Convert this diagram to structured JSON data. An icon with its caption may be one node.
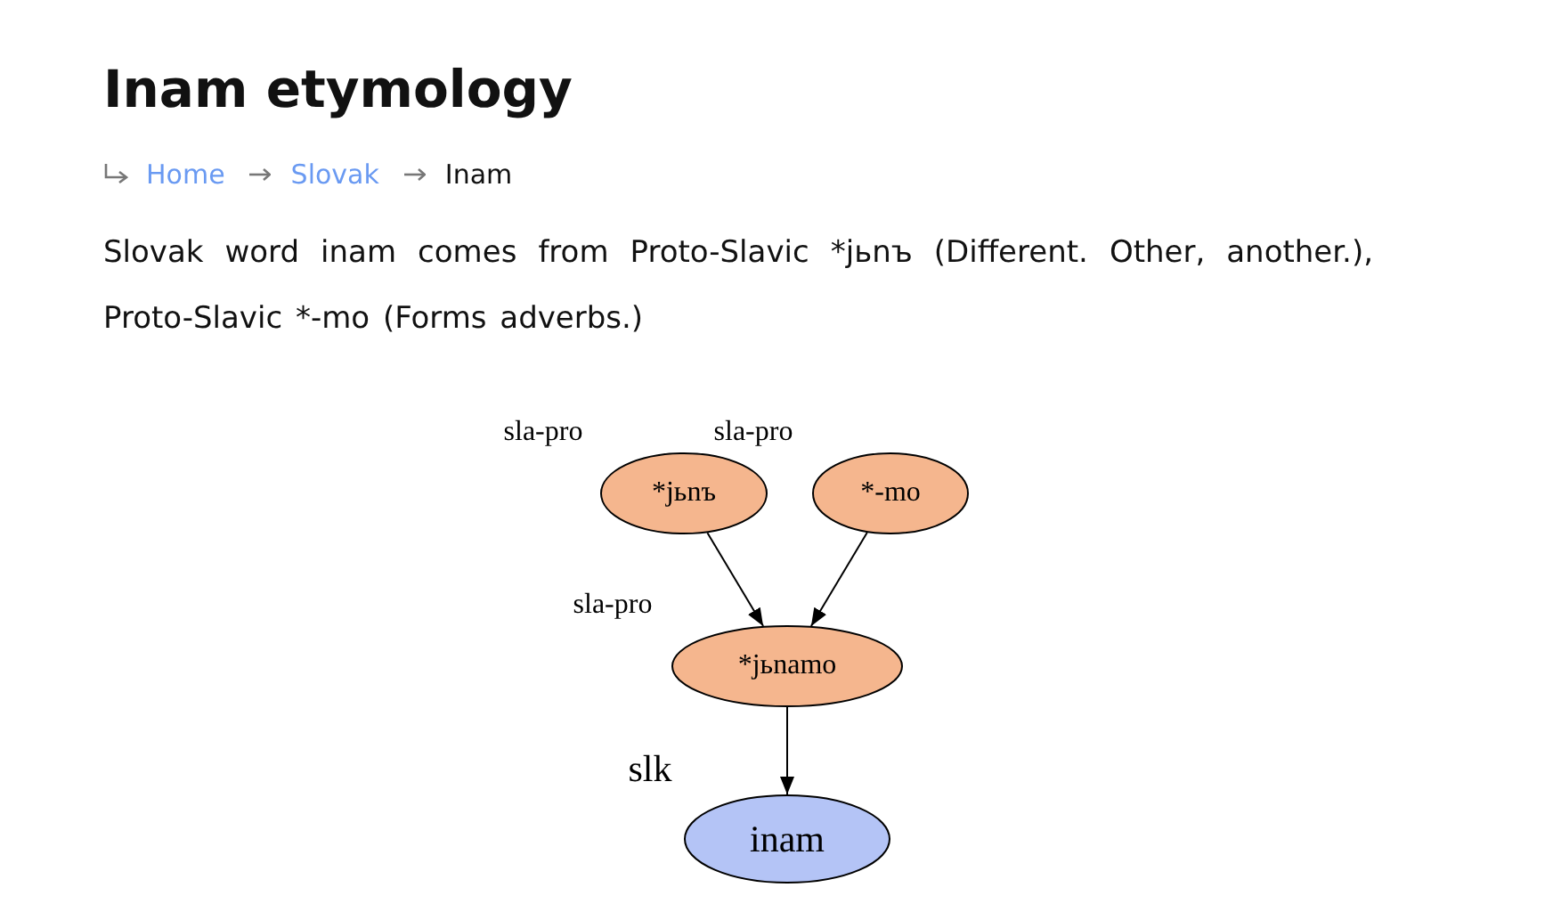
{
  "diagram": {
    "title": "Inam etymology",
    "nodes": [
      {
        "text": [
          "*jьnъ"
        ],
        "beside": [
          "sla-pro"
        ]
      },
      {
        "text": [
          "*-mo"
        ],
        "beside": [
          "sla-pro"
        ]
      },
      {
        "text": [
          "*jьnamo"
        ],
        "beside": [
          "sla-pro"
        ]
      },
      {
        "text": [
          "inam"
        ],
        "beside": [
          "slk"
        ]
      }
    ],
    "edges": [
      {
        "from": 0,
        "to": 2,
        "arrow": "to"
      },
      {
        "from": 1,
        "to": 2,
        "arrow": "to"
      },
      {
        "from": 2,
        "to": 3,
        "arrow": "to"
      }
    ],
    "labels": [
      "Home",
      "Slovak",
      "Inam",
      "Slovak word inam comes from Proto-Slavic *jьnъ (Different. Other, another.), Proto-Slavic *-mo (Forms adverbs.)"
    ]
  }
}
